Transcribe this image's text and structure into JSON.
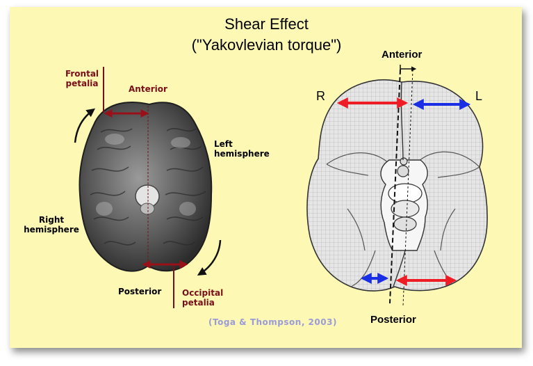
{
  "title": {
    "line1": "Shear Effect",
    "line2": "(\"Yakovlevian torque\")"
  },
  "left_panel": {
    "frontal_petalia": [
      "Frontal",
      "petalia"
    ],
    "anterior": "Anterior",
    "left_hemisphere": [
      "Left",
      "hemisphere"
    ],
    "right_hemisphere": [
      "Right",
      "hemisphere"
    ],
    "posterior": "Posterior",
    "occipital_petalia": [
      "Occipital",
      "petalia"
    ]
  },
  "right_panel": {
    "anterior": "Anterior",
    "posterior": "Posterior",
    "r": "R",
    "l": "L"
  },
  "citation": "(Toga & Thompson, 2003)",
  "colors": {
    "background": "#fdf8b4",
    "petalia_label": "#7a0e1a",
    "red_arrow": "#ee1c24",
    "blue_arrow": "#1a2ee6",
    "dark_red_arrow": "#9a1018",
    "citation": "#9b9bd8"
  },
  "icons": [
    "brain-photo-icon",
    "brain-diagram-icon",
    "curved-arrow-icon",
    "double-arrow-icon"
  ]
}
